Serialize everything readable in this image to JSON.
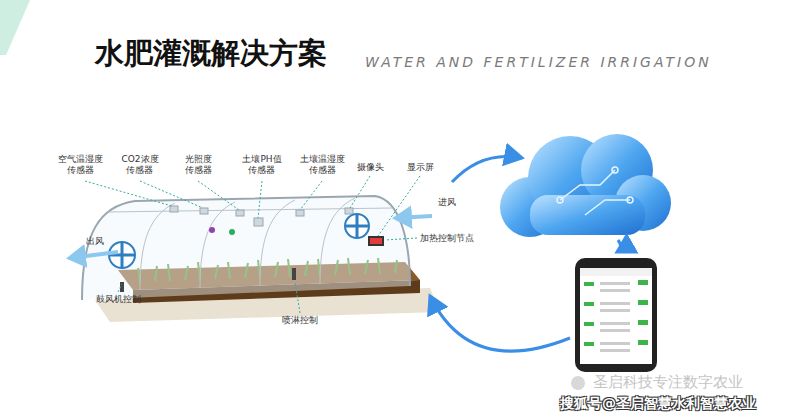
{
  "diagram": {
    "title": "水肥灌溉解决方案",
    "labels": [
      "WATER AND FERTILIZER IRRIGATION",
      "空气温湿度 传感器",
      "CO2浓度 传感器",
      "光照度 传感器",
      "土壤PH值 传感器",
      "土壤温湿度 传感器",
      "摄像头",
      "显示屏",
      "进风",
      "出风",
      "加热控制节点",
      "鼓风机控制",
      "喷淋控制",
      "圣启科技专注数字农业",
      "搜狐号@圣启智慧水利智慧农业"
    ]
  }
}
